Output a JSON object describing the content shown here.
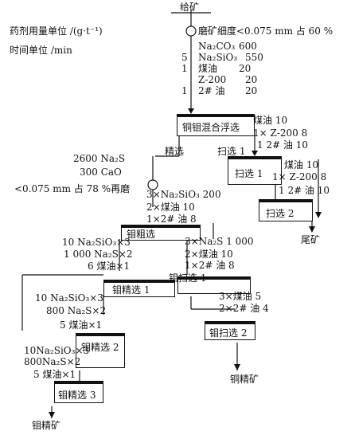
{
  "title": {
    "feed": "给矿"
  },
  "units": {
    "reagent": "药剂用量单位 /(g·t⁻¹)",
    "time": "时间单位 /min"
  },
  "grinding": {
    "label": "磨矿细度<0.075 mm 占 60 %"
  },
  "top_reagents": [
    {
      "time": "",
      "reagent": "Na₂CO₃",
      "dose": "600"
    },
    {
      "time": "5",
      "reagent": "Na₂SiO₃",
      "dose": "550"
    },
    {
      "time": "1",
      "reagent": "煤油",
      "dose": "20"
    },
    {
      "time": "",
      "reagent": "Z-200",
      "dose": "20"
    },
    {
      "time": "1",
      "reagent": "2# 油",
      "dose": "20"
    }
  ],
  "boxes": {
    "mixed": "铜钼混合浮选",
    "scav1": "扫选 1",
    "scav2": "扫选 2",
    "mo_rough": "钼粗选",
    "mo_clean1": "钼精选 1",
    "mo_scav1": "钼扫选 1",
    "mo_clean2": "钼精选 2",
    "mo_scav2": "钼扫选 2",
    "mo_clean3": "钼精选 3"
  },
  "labels": {
    "concentrate": "精选",
    "tail": "尾矿",
    "mo_conc": "钼精矿",
    "cu_conc": "铜精矿"
  },
  "regrind": {
    "na2s": "2600 Na₂S",
    "cao": "300 CaO",
    "fineness": "<0.075 mm 占 78 %再磨"
  },
  "mixed_reagents": [
    "煤油 10",
    "1× Z-200 8",
    "1 2# 油 10"
  ],
  "scav_reagents": [
    "煤油 10",
    "1× Z-200 8",
    "1 2# 油 10"
  ],
  "rough_reagents": [
    "3×Na₂SiO₃ 200",
    "2×煤油 10",
    "1×2# 油 8"
  ],
  "clean1_reagents": [
    "10 Na₂SiO₃×3",
    "1 000 Na₂S×2",
    "6 煤油×1"
  ],
  "mo_scav1_reagents": [
    "3×Na₂S 1 000",
    "2×煤油 10",
    "1×2# 油 8"
  ],
  "clean2_reagents": [
    "10 Na₂SiO₃×3",
    "800 Na₂S×2",
    "5 煤油×1"
  ],
  "mo_scav2_reagents": [
    "3×煤油 5",
    "2×2# 油 4"
  ],
  "clean3_reagents": [
    "10Na₂SiO₃×3",
    "800Na₂S×2",
    "5 煤油×1"
  ]
}
